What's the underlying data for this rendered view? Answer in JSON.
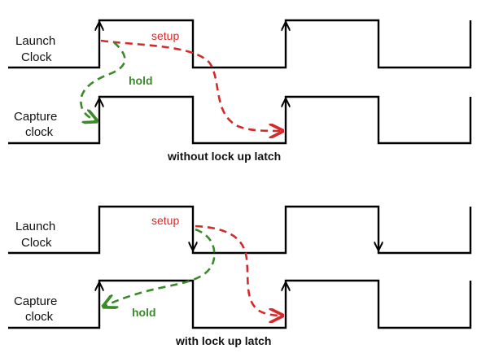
{
  "colors": {
    "wave": "#000000",
    "setup": "#d42a2a",
    "hold": "#3a8a2a",
    "text": "#111111",
    "background": "#ffffff"
  },
  "panels": [
    {
      "launch_label": [
        "Launch",
        "Clock"
      ],
      "capture_label": [
        "Capture",
        "clock"
      ],
      "setup_label": "setup",
      "hold_label": "hold",
      "caption": "without lock up latch"
    },
    {
      "launch_label": [
        "Launch",
        "Clock"
      ],
      "capture_label": [
        "Capture",
        "clock"
      ],
      "setup_label": "setup",
      "hold_label": "hold",
      "caption": "with lock up latch"
    }
  ]
}
